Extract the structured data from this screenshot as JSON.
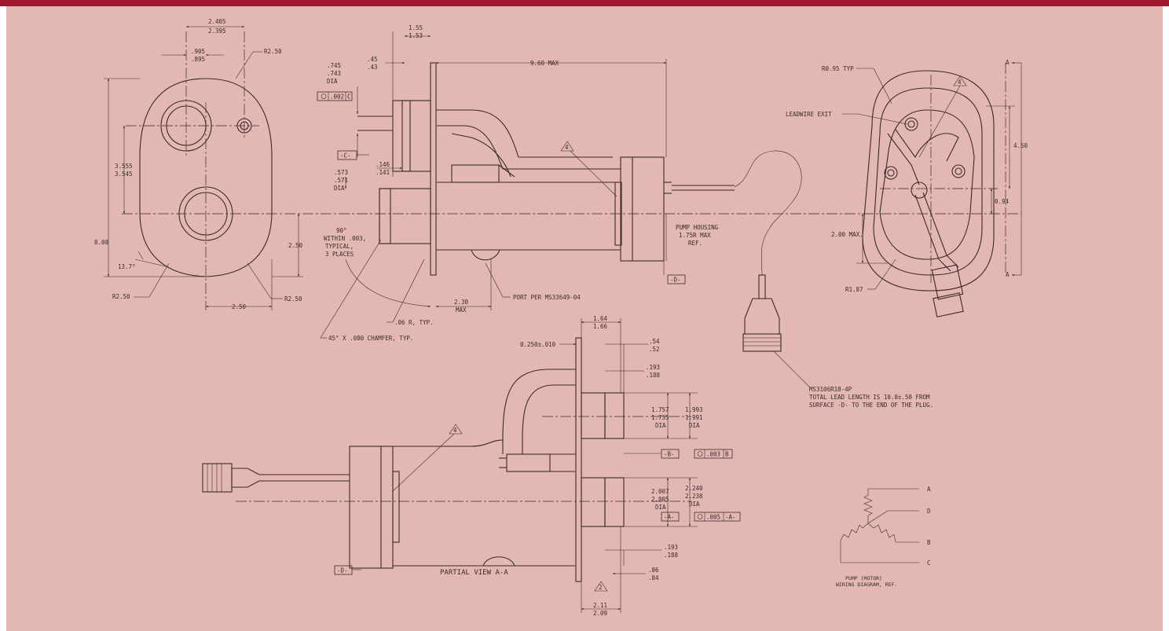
{
  "colors": {
    "background": "#e3b8b3",
    "accent": "#a0182e",
    "ink": "#3a2a2a"
  },
  "front_view": {
    "dim_width": [
      "2.405",
      "2.395"
    ],
    "dim_hole": [
      ".905",
      ".895"
    ],
    "radius_top": "R2.50",
    "dim_spacing": [
      "3.555",
      "3.545"
    ],
    "dim_height": "8.08",
    "angle": "13.7°",
    "radius_left": "R2.50",
    "radius_right": "R2.50",
    "dim_bottom": "2.50",
    "dim_right": "2.50"
  },
  "side_view": {
    "dim_flange": [
      "1.55",
      "1.53"
    ],
    "dim_45": [
      ".45",
      ".43"
    ],
    "dim_dia_top": [
      ".745",
      ".743",
      "DIA"
    ],
    "fcf_top": [
      ".002",
      "C"
    ],
    "datum_c": "-C-",
    "dim_146": [
      ".146",
      ".141"
    ],
    "dim_573": [
      ".573",
      ".571",
      "DIA"
    ],
    "length_max": "9.60 MAX",
    "perp_note": [
      "90°",
      "WITHIN .003,",
      "TYPICAL,",
      "3 PLACES"
    ],
    "note_4": "4",
    "pump_housing": [
      "PUMP HOUSING",
      "1.75R MAX",
      "REF."
    ],
    "datum_d": "-D-",
    "dim_230": [
      "2.30",
      "MAX"
    ],
    "port_note": "PORT PER MS33649-04",
    "radius_note": ".06 R, TYP.",
    "chamfer_note": "45° X .080 CHAMFER, TYP."
  },
  "end_view": {
    "section_a": "A",
    "radius_typ": "R0.95 TYP",
    "note_4": "4",
    "leadwire_exit": "LEADWIRE EXIT",
    "dim_450": "4.50",
    "dim_094": "0.94",
    "dim_200": "2.00 MAX.",
    "radius_187": "R1.87"
  },
  "connector_note": [
    "MS3106R18-4P",
    "TOTAL LEAD LENGTH IS 10.0±.50 FROM",
    "SURFACE -D- TO THE END OF THE PLUG."
  ],
  "partial_view": {
    "dim_164": [
      "1.64",
      "1.66"
    ],
    "dim_0250": "0.250±.010",
    "dim_54": [
      ".54",
      ".52"
    ],
    "dim_193a": [
      ".193",
      ".188"
    ],
    "dim_1757": [
      "1.757",
      "1.755",
      "DIA"
    ],
    "dim_1993": [
      "1.993",
      "1.991",
      "DIA"
    ],
    "note_4": "4",
    "datum_b": "-B-",
    "fcf_b": [
      ".003",
      "B"
    ],
    "dim_2007": [
      "2.007",
      "2.005",
      "DIA"
    ],
    "dim_2240": [
      "2.240",
      "2.238",
      "DIA"
    ],
    "datum_a": "-A-",
    "fcf_a": [
      ".005",
      "-A-"
    ],
    "dim_193b": [
      ".193",
      ".188"
    ],
    "dim_86": [
      ".86",
      ".84"
    ],
    "datum_d": "-D-",
    "title": "PARTIAL VIEW A-A",
    "note_2": "2",
    "dim_211": [
      "2.11",
      "2.09"
    ]
  },
  "wiring": {
    "terminals": [
      "A",
      "D",
      "B",
      "C"
    ],
    "caption": [
      "PUMP (MOTOR)",
      "WIRING DIAGRAM, REF."
    ]
  }
}
